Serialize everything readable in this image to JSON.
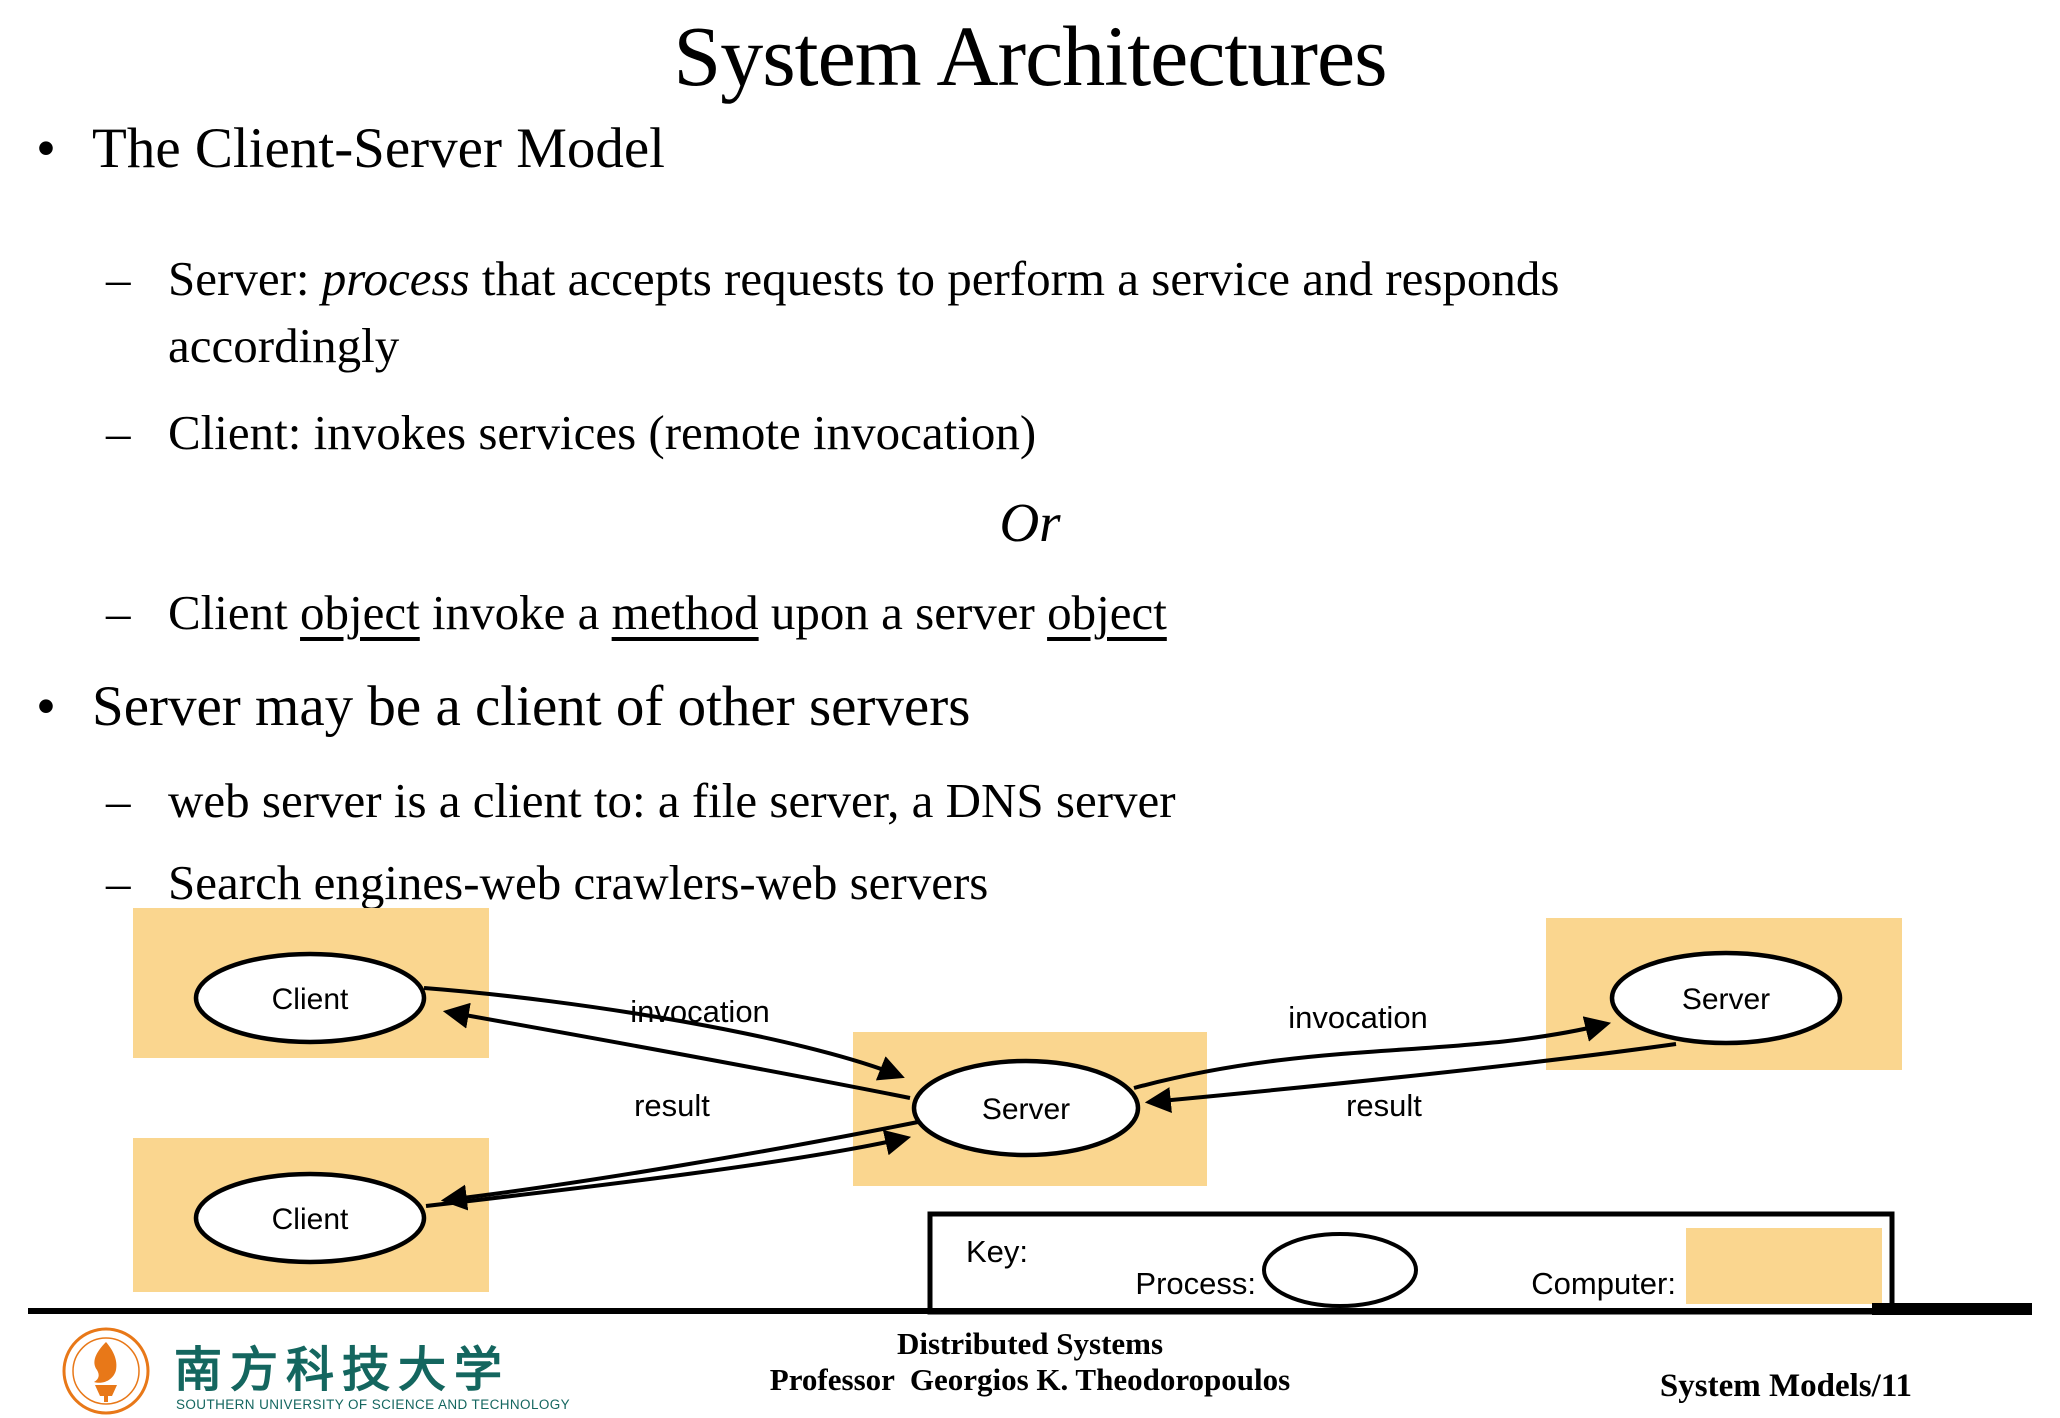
{
  "slide": {
    "title": "System Architectures",
    "footer": {
      "course": "Distributed Systems",
      "professor": "Professor  Georgios K. Theodoropoulos",
      "page": "System Models/11",
      "university_cn": "南方科技大学",
      "university_en": "SOUTHERN UNIVERSITY OF SCIENCE AND TECHNOLOGY"
    }
  },
  "bullets": [
    {
      "marker": "•",
      "segments": [
        {
          "t": "The Client-Server Model"
        }
      ]
    },
    {
      "marker": "–",
      "segments": [
        {
          "t": "Server: "
        },
        {
          "t": "process",
          "i": true
        },
        {
          "t": " that accepts requests to perform a service and responds"
        },
        {
          "br": true
        },
        {
          "t": "accordingly"
        }
      ]
    },
    {
      "marker": "–",
      "segments": [
        {
          "t": "Client: invokes services (remote invocation)"
        }
      ]
    },
    {
      "marker": "",
      "segments": [
        {
          "t": "Or",
          "i": true
        }
      ]
    },
    {
      "marker": "–",
      "segments": [
        {
          "t": "Client "
        },
        {
          "t": "object",
          "u": true
        },
        {
          "t": " invoke a "
        },
        {
          "t": "method",
          "u": true
        },
        {
          "t": " upon a server "
        },
        {
          "t": "object",
          "u": true
        }
      ]
    },
    {
      "marker": "•",
      "segments": [
        {
          "t": "Server may be a client of other servers"
        }
      ]
    },
    {
      "marker": "–",
      "segments": [
        {
          "t": "web server is a client to: a file server, a DNS server"
        }
      ]
    },
    {
      "marker": "–",
      "segments": [
        {
          "t": "Search engines-web crawlers-web servers"
        }
      ]
    }
  ],
  "diagram": {
    "nodes": {
      "client_top": "Client",
      "client_bottom": "Client",
      "server_center": "Server",
      "server_right": "Server"
    },
    "labels": {
      "invocation_left": "invocation",
      "result_left": "result",
      "invocation_right": "invocation",
      "result_right": "result"
    },
    "key": {
      "title": "Key:",
      "process": "Process:",
      "computer": "Computer:"
    },
    "colors": {
      "computer_fill": "#FAD68F",
      "stroke": "#000000",
      "logo_orange": "#E87818",
      "logo_teal": "#14665F"
    }
  }
}
